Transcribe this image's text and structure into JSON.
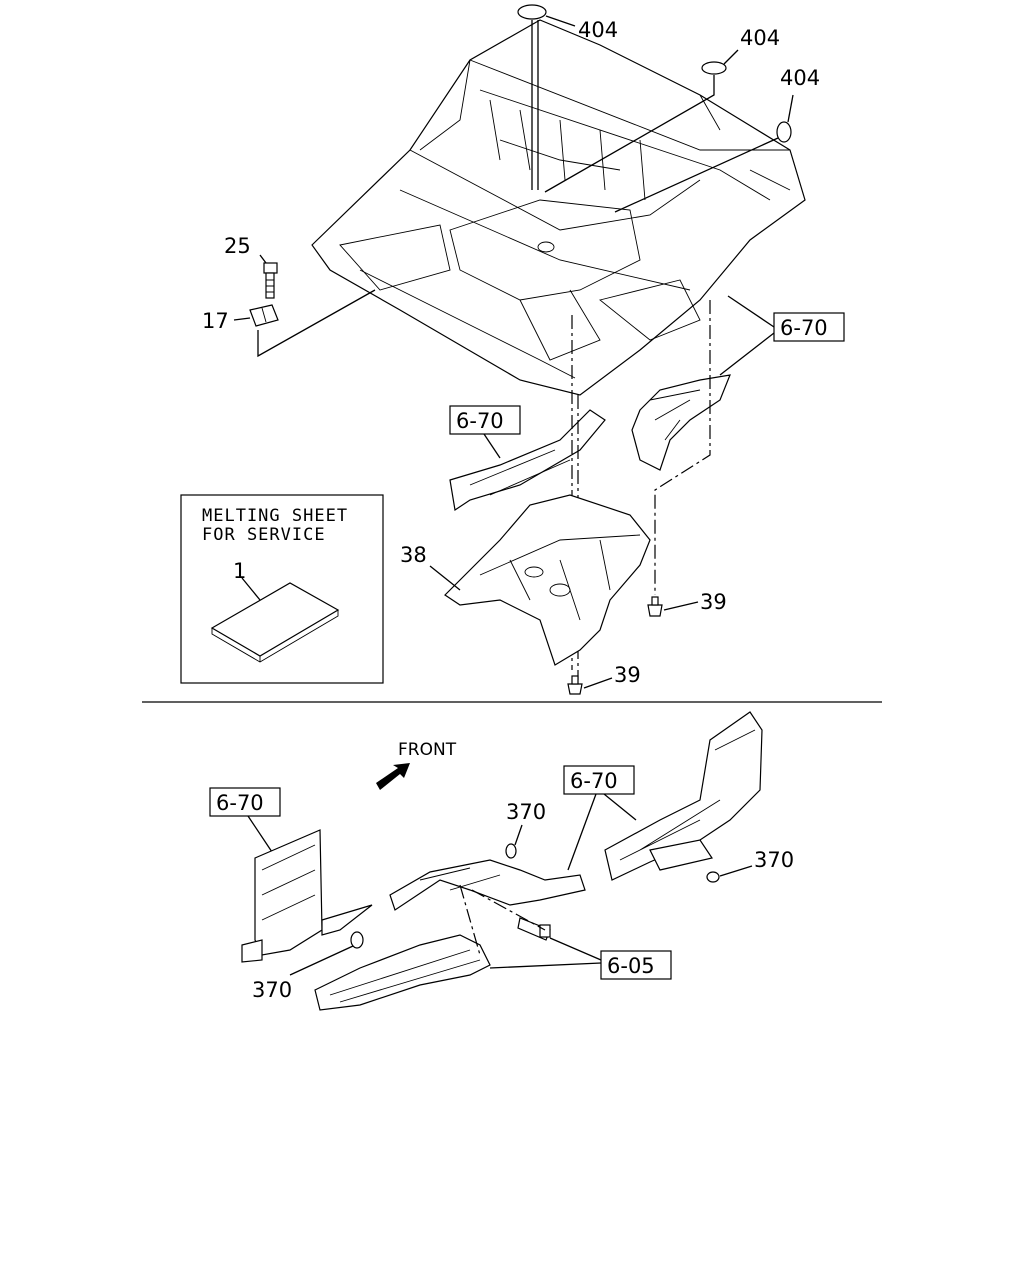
{
  "callouts": {
    "c404a": "404",
    "c404b": "404",
    "c404c": "404",
    "c25": "25",
    "c17": "17",
    "ref670_top_right": "6-70",
    "ref670_mid": "6-70",
    "c38": "38",
    "c39a": "39",
    "c39b": "39",
    "c1": "1",
    "front_label": "FRONT",
    "ref670_left": "6-70",
    "ref670_center": "6-70",
    "c370a": "370",
    "c370b": "370",
    "c370c": "370",
    "ref605": "6-05"
  },
  "service_box": {
    "line1": "MELTING SHEET",
    "line2": "FOR SERVICE"
  }
}
